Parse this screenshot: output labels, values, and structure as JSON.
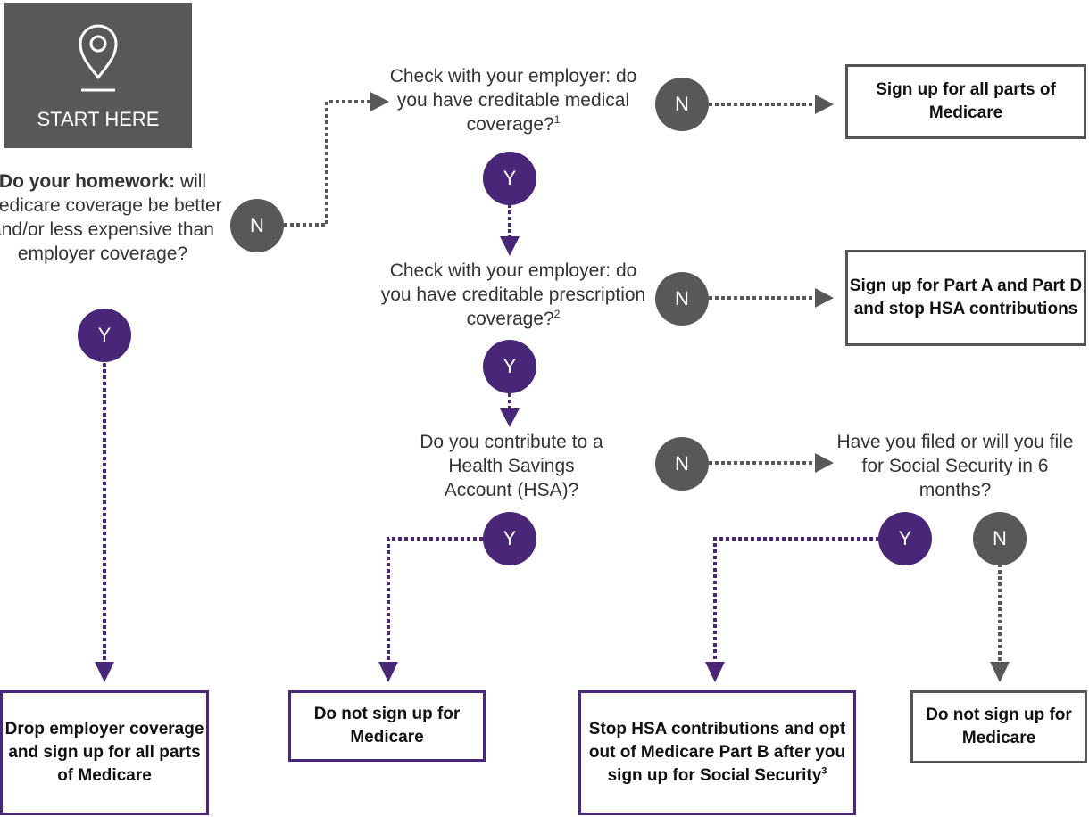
{
  "start": {
    "label": "START HERE",
    "icon": "location-pin-icon"
  },
  "questions": {
    "homework_bold": "Do your homework:",
    "homework_rest": " will Medicare coverage be better and/or less expensive than employer coverage?",
    "medical": "Check with your employer: do you have creditable medical coverage?",
    "medical_sup": "1",
    "prescription": "Check with your employer: do you have creditable prescription coverage?",
    "prescription_sup": "2",
    "hsa": "Do you contribute to a Health Savings Account (HSA)?",
    "social_security": "Have you filed or will you file for Social Security in 6 months?"
  },
  "nodes": {
    "yes": "Y",
    "no": "N"
  },
  "outcomes": {
    "all_parts": "Sign up for all parts of Medicare",
    "part_a_d": "Sign up for Part A and Part D and stop HSA contributions",
    "drop_employer": "Drop employer coverage and sign up for all parts of Medicare",
    "no_sign_hsa": "Do not sign up for Medicare",
    "stop_hsa": "Stop HSA contributions and opt out of Medicare Part B after you sign up for Social Security",
    "stop_hsa_sup": "3",
    "no_sign_ss": "Do not sign up for Medicare"
  },
  "colors": {
    "gray": "#58585a",
    "purple": "#4a2678"
  }
}
